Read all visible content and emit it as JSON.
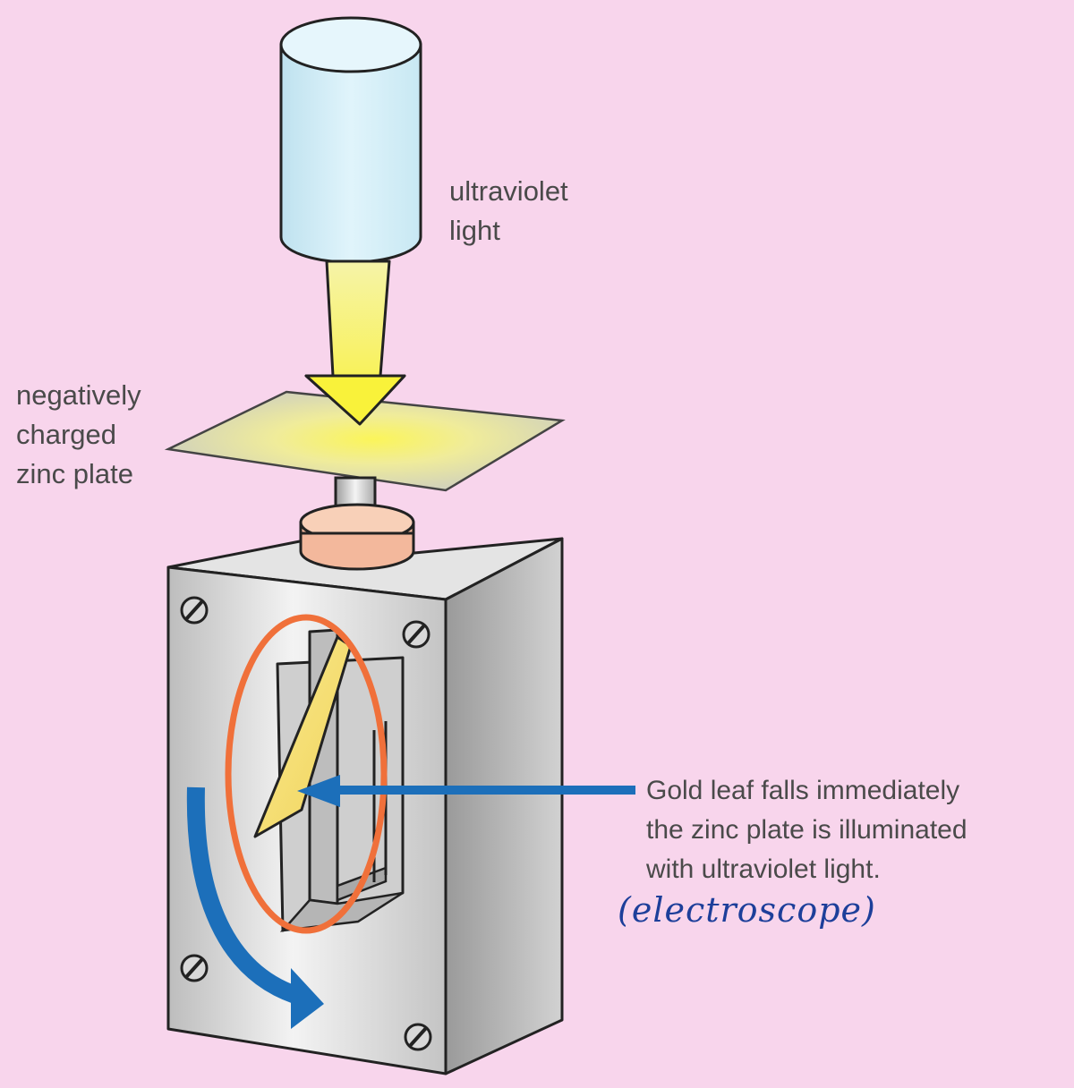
{
  "labels": {
    "uv_light": [
      "ultraviolet",
      "light"
    ],
    "zinc_plate": [
      "negatively",
      "charged",
      "zinc plate"
    ],
    "gold_leaf": [
      "Gold leaf falls immediately",
      "the zinc plate is illuminated",
      "with ultraviolet light."
    ]
  },
  "annotation": {
    "handwritten": "(electroscope)"
  },
  "colors": {
    "background": "#f8d5ec",
    "uv_lamp": "#d4eef7",
    "light_beam": "#f7f06a",
    "zinc_plate": "#cfcfb8",
    "gold_leaf": "#f7e07a",
    "highlight_ring": "#f0703a",
    "arrow": "#1c6fba",
    "insulator": "#f5c0a0",
    "handwriting": "#1d3f9a"
  }
}
